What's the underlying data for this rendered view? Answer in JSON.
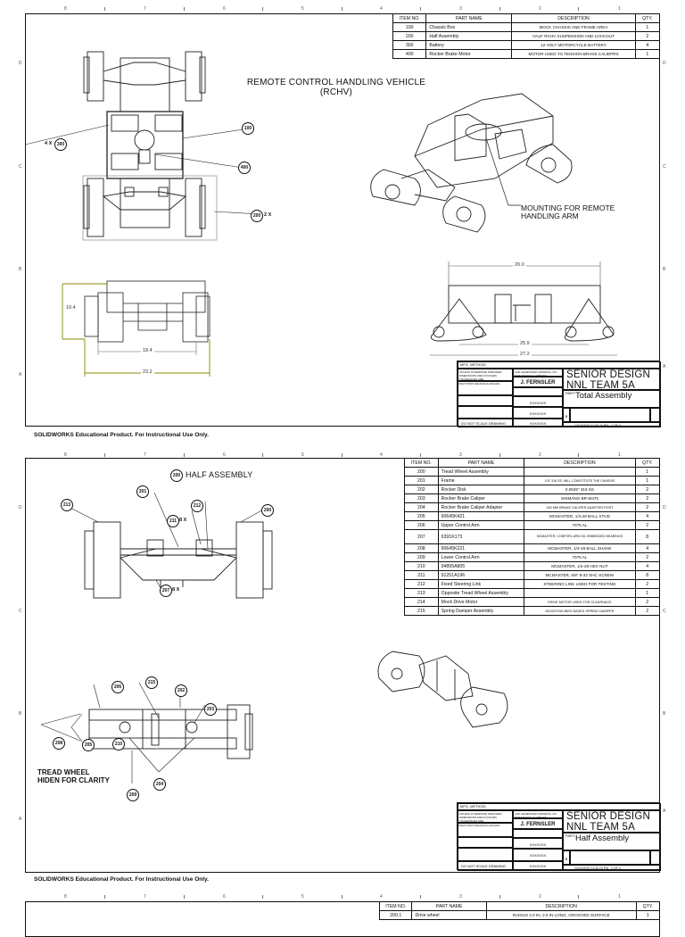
{
  "zones": {
    "columns": [
      "8",
      "7",
      "6",
      "5",
      "4",
      "3",
      "2",
      "1"
    ],
    "rows_top": [
      "D",
      "C",
      "B",
      "A"
    ]
  },
  "sheet1": {
    "bom": {
      "headers": [
        "ITEM NO.",
        "PART NAME",
        "DESCRIPTION",
        "QTY."
      ],
      "rows": [
        {
          "item": "100",
          "part": "Chassis Box",
          "desc": "MOCK CHASSIS AND FRAME AREA",
          "qty": "1"
        },
        {
          "item": "200",
          "part": "Half Assembly",
          "desc": "HALF RCHV SUSPENSION AND LOCKOUT",
          "qty": "2"
        },
        {
          "item": "300",
          "part": "Battery",
          "desc": "12 VOLT MOTORCYCLE BATTERY",
          "qty": "4"
        },
        {
          "item": "400",
          "part": "Rocker Brake Motor",
          "desc": "MOTOR USED TO TENSION BRAKE CALIEPRS",
          "qty": "1"
        }
      ]
    },
    "title_line1": "REMOTE CONTROL HANDLING VEHICLE",
    "title_line2": "(RCHV)",
    "callouts": {
      "c100": "100",
      "c200": "200",
      "c200_qty": "2 X",
      "c300": "300",
      "c300_qty": "4 X",
      "c400": "400"
    },
    "annotation": {
      "line1": "MOUNTING FOR REMOTE",
      "line2": "HANDLING ARM"
    },
    "dimensions": {
      "height": "10.4",
      "inner_width": "18.4",
      "outer_width": "23.2",
      "top_length": "20.0",
      "track_span": "25.9",
      "overall_length": "27.2"
    },
    "title_block": {
      "mfg_method": "MFG. METHOD:",
      "tolerance_note": "UNLESS OTHERWISE SPECIFIED DIMENSIONS ARE IN INCHES TOLERANCES ARE:",
      "tol_headers": [
        "FRACTIONS",
        "DECIMALS",
        "ANGLES"
      ],
      "cad_note": "CAD GENERATED DRAWING, DO NOT MANUALLY UPDATE",
      "drawn_by": "J. FERNSLER",
      "approved": "XXXXXXX",
      "date": "XXXXXXX",
      "checked": "XXXXXXX",
      "do_not_scale": "DO NOT SCALE DRAWING",
      "company_line1": "SENIOR DESIGN",
      "company_line2": "NNL TEAM 5A",
      "part_label": "PART:",
      "part_name": "Total Assembly",
      "size": "B",
      "saved": "12/19/2020 11:30:24 PM",
      "sheet": "1 OF 4"
    }
  },
  "footer": "SOLIDWORKS Educational Product. For Instructional Use Only.",
  "sheet2": {
    "bom": {
      "headers": [
        "ITEM NO.",
        "PART NAME",
        "DESCRIPTION",
        "QTY."
      ],
      "rows": [
        {
          "item": "200",
          "part": "Tread Wheel Assembly",
          "desc": "",
          "qty": "1"
        },
        {
          "item": "201",
          "part": "Frame",
          "desc": "0.5\" 316 SS, WILL CONSTITUTE THE CHASSIS",
          "qty": "1"
        },
        {
          "item": "202",
          "part": "Rocker Disk",
          "desc": "0.0625\" 316 SS",
          "qty": "2"
        },
        {
          "item": "203",
          "part": "Rocker Brake Caliper",
          "desc": "SHIMANO BR-M375",
          "qty": "2"
        },
        {
          "item": "204",
          "part": "Rocker Brake Caliper Adapter",
          "desc": "160 MM BRAKE CALIPER ADAPTER POST",
          "qty": "2"
        },
        {
          "item": "205",
          "part": "60645K421",
          "desc": "MCMASTER, 1/4-28 BALL STUD",
          "qty": "4"
        },
        {
          "item": "206",
          "part": "Upper Control Arm",
          "desc": "7075 AL",
          "qty": "2"
        },
        {
          "item": "207",
          "part": "6391K173",
          "desc": "MCMASTER, CONFORL ARM OIL EMBEDDED BEARINGS",
          "qty": "8"
        },
        {
          "item": "208",
          "part": "60645K221",
          "desc": "MCMASTER, 1/4-28 BALL SHANK",
          "qty": "4"
        },
        {
          "item": "209",
          "part": "Lower Control Arm",
          "desc": "7075 AL",
          "qty": "2"
        },
        {
          "item": "210",
          "part": "94895A805",
          "desc": "MCMASTER, 1/4-28 HEX NUT",
          "qty": "4"
        },
        {
          "item": "211",
          "part": "91251A196",
          "desc": "MCMASTER, 5/8\" 8-32 SHC SCREW",
          "qty": "8"
        },
        {
          "item": "212",
          "part": "Fixed Steering Link",
          "desc": "STEERING LINK USED FOR TESTING",
          "qty": "2"
        },
        {
          "item": "213",
          "part": "Opposite Tread Wheel Assembly",
          "desc": "",
          "qty": "1"
        },
        {
          "item": "214",
          "part": "Mock Drive Motor",
          "desc": "DRIVE MOTOR USED FOR CLEARNACE",
          "qty": "2"
        },
        {
          "item": "215",
          "part": "Spring Damper Assembly",
          "desc": "MOUNTIAN BIKE BASED SPRING DAMPER",
          "qty": "2"
        }
      ]
    },
    "title_callout": "200",
    "title": "HALF ASSEMBLY",
    "callouts_top": {
      "c213": "213",
      "c201": "201",
      "c211": "211",
      "c211_qty": "8 X",
      "c212": "212",
      "c200": "200",
      "c207": "207",
      "c207_qty": "8 X"
    },
    "callouts_bottom": {
      "c206": "206",
      "c215": "215",
      "c202": "202",
      "c203": "203",
      "c208": "208",
      "c205": "205",
      "c210": "210",
      "c204": "204",
      "c209": "209"
    },
    "note_line1": "TREAD WHEEL",
    "note_line2": "HIDEN FOR CLARITY",
    "title_block": {
      "mfg_method": "MFG. METHOD:",
      "tolerance_note": "UNLESS OTHERWISE SPECIFIED DIMENSIONS ARE IN INCHES TOLERANCES ARE:",
      "tol_headers": [
        "FRACTIONS",
        "DECIMALS",
        "ANGLES"
      ],
      "cad_note": "CAD GENERATED DRAWING, DO NOT MANUALLY UPDATE",
      "drawn_by": "J. FERNSLER",
      "approved": "XXXXXXX",
      "date": "XXXXXXX",
      "checked": "XXXXXXX",
      "do_not_scale": "DO NOT SCALE DRAWING",
      "company_line1": "SENIOR DESIGN",
      "company_line2": "NNL TEAM 5A",
      "part_label": "PART:",
      "part_name": "Half Assembly",
      "size": "B",
      "saved": "12/19/2020 11:30:24 PM",
      "sheet": "2 OF 4"
    }
  },
  "sheet3": {
    "bom": {
      "headers": [
        "ITEM NO.",
        "PART NAME",
        "DESCRIPTION",
        "QTY."
      ],
      "rows": [
        {
          "item": "200.1",
          "part": "Drive wheel",
          "desc": "RADIUS 2.0 IN, 2.5 IN LONG, GROOVED SURFACE",
          "qty": "1"
        }
      ]
    }
  }
}
